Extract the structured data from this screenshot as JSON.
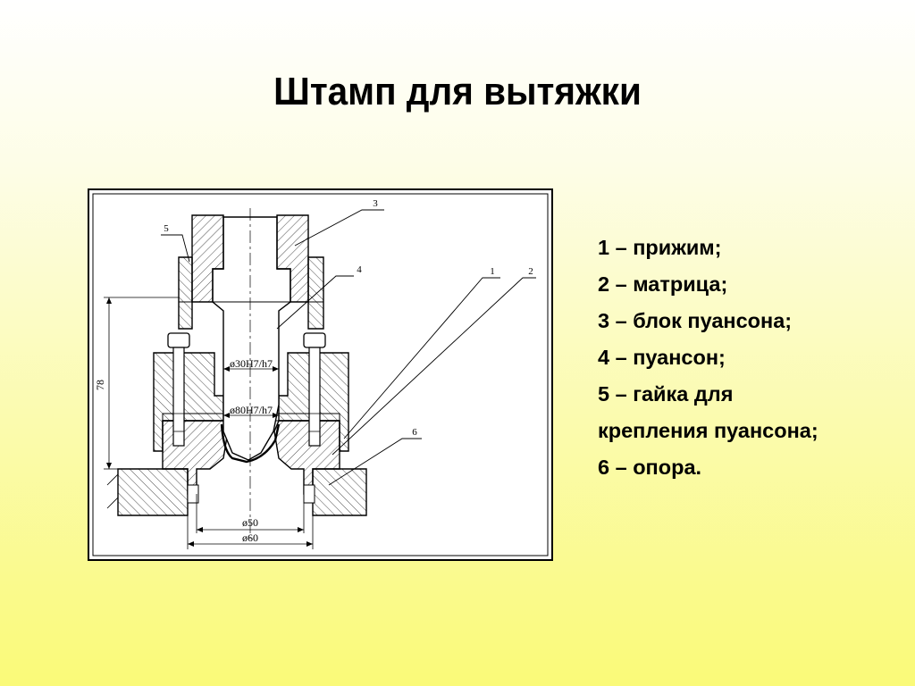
{
  "title": "Штамп для вытяжки",
  "legend": [
    "1 – прижим;",
    "2 – матрица;",
    "3 – блок пуансона;",
    "4 – пуансон;",
    "5 – гайка для",
    "крепления пуансона;",
    "6 – опора."
  ],
  "drawing": {
    "callouts": [
      "1",
      "2",
      "3",
      "4",
      "5",
      "6"
    ],
    "dimensions": {
      "height": "78",
      "fit_upper": "ø30H7/h7",
      "fit_lower": "ø80H7/h7",
      "diam_inner": "ø50",
      "diam_outer": "ø60"
    }
  }
}
